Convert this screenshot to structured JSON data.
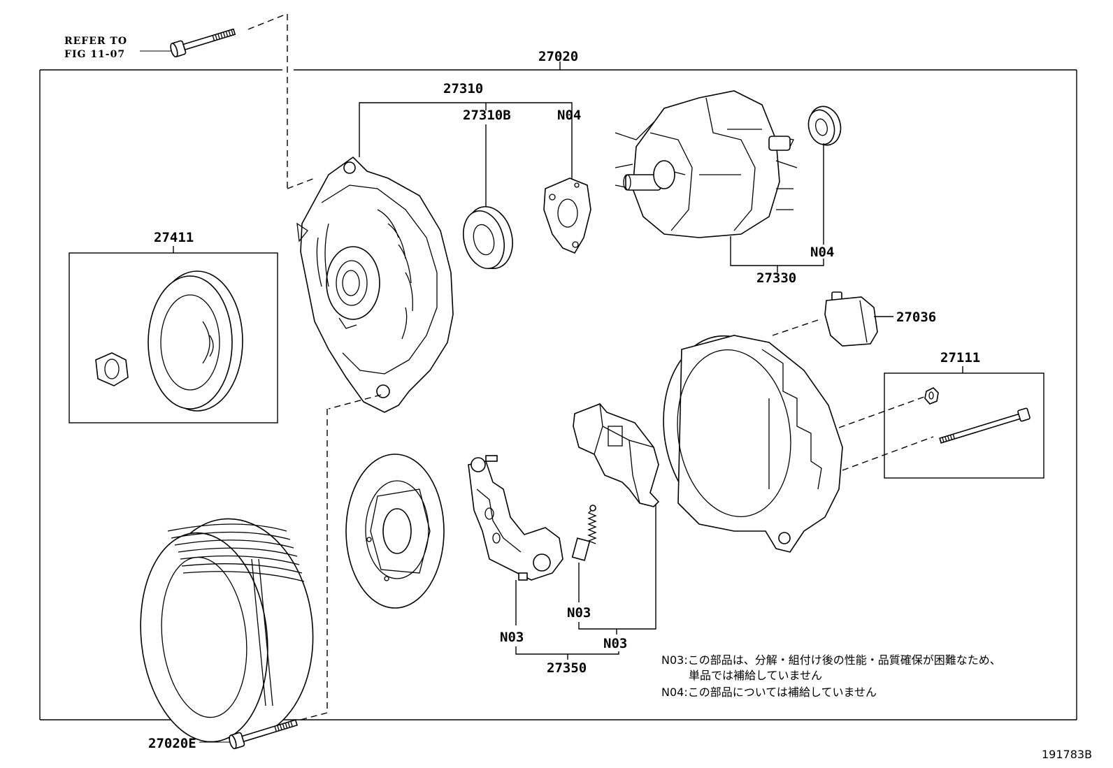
{
  "diagram": {
    "refer_to": [
      "REFER TO",
      "FIG 11-07"
    ],
    "labels": {
      "assembly": "27020",
      "frame_drive_end": "27310",
      "bearing_front": "27310B",
      "retainer": "N04",
      "rotor": "27330",
      "rotor_bearing": "N04",
      "regulator": "27036",
      "bolt_set": "27111",
      "pulley": "27411",
      "rectifier": "27350",
      "rectifier_n03_left": "N03",
      "rectifier_n03_right": "N03",
      "brush_n03": "N03",
      "through_bolt": "27020E"
    },
    "notes": [
      "N03:この部品は、分解・組付け後の性能・品質確保が困難なため、",
      "単品では補給していません",
      "N04:この部品については補給していません"
    ],
    "figure_id": "191783B"
  },
  "icons": {
    "bolt": "bolt-icon",
    "nut": "nut-icon",
    "pulley": "pulley-icon",
    "bearing": "bearing-icon"
  }
}
